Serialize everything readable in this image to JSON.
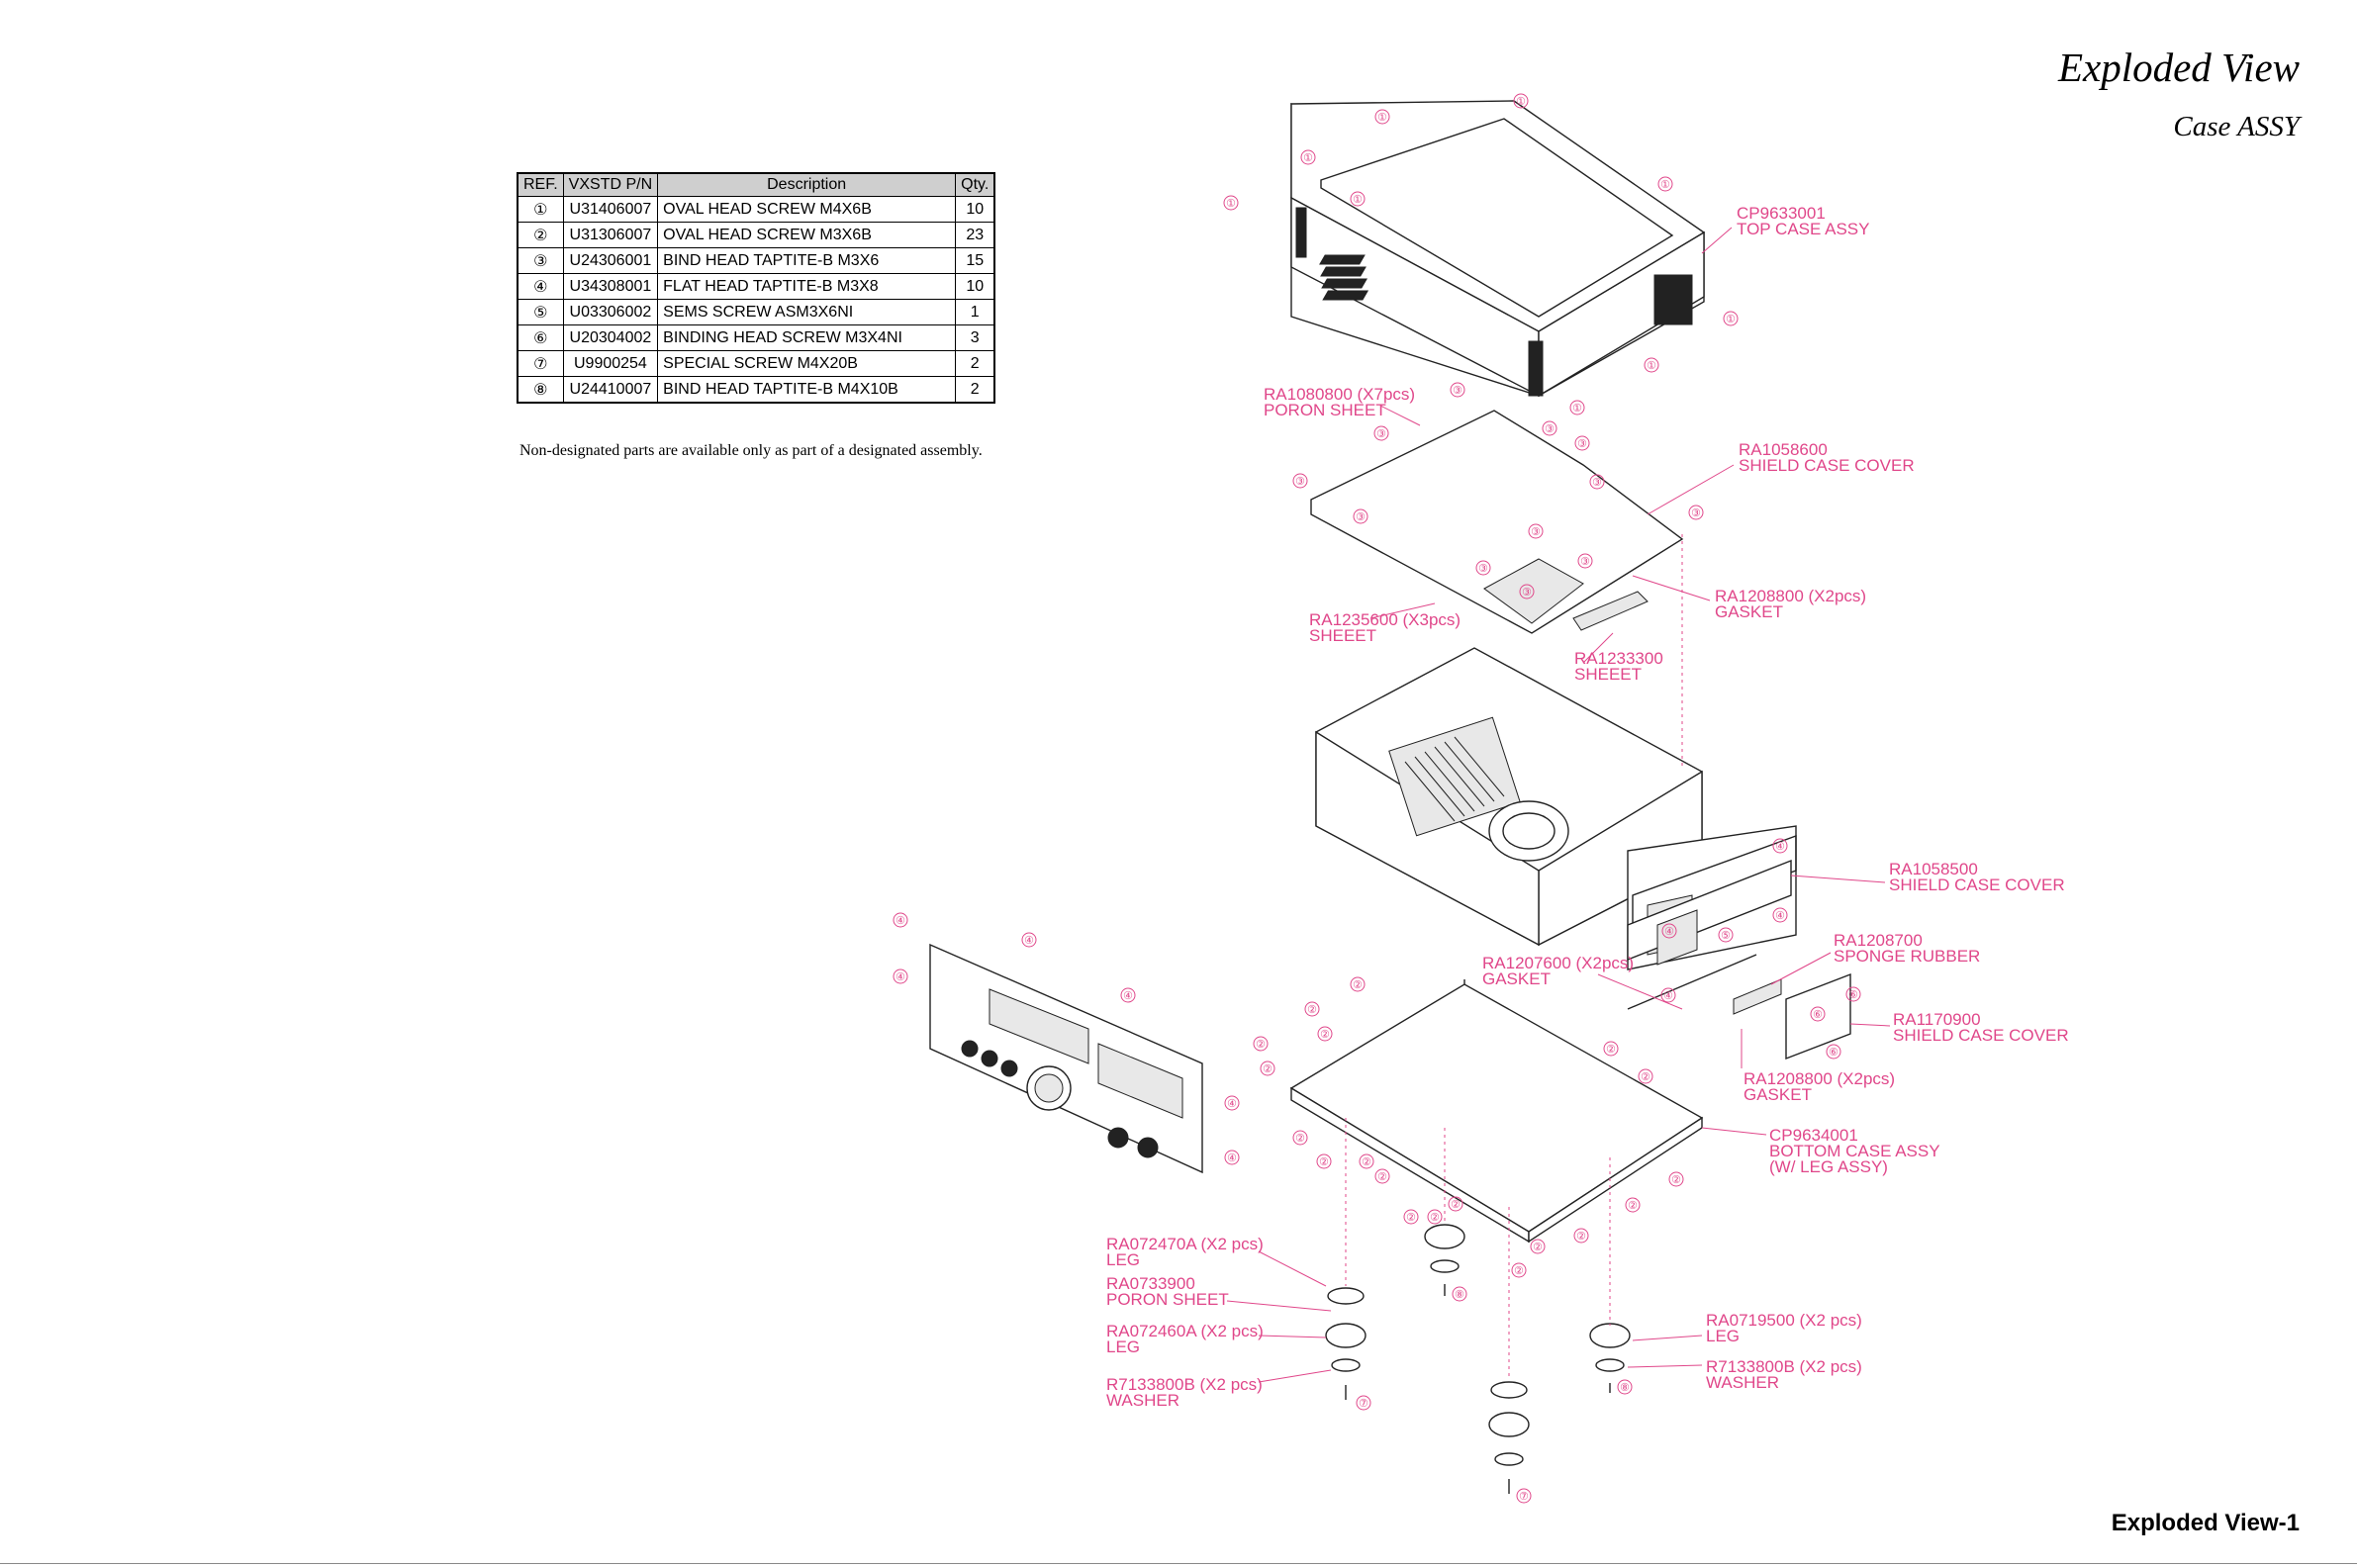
{
  "header": {
    "title": "Exploded View",
    "subtitle": "Case ASSY"
  },
  "parts_table": {
    "columns": [
      "REF.",
      "VXSTD P/N",
      "Description",
      "Qty."
    ],
    "rows": [
      [
        "①",
        "U31406007",
        "OVAL HEAD SCREW M4X6B",
        "10"
      ],
      [
        "②",
        "U31306007",
        "OVAL HEAD SCREW M3X6B",
        "23"
      ],
      [
        "③",
        "U24306001",
        "BIND HEAD TAPTITE-B M3X6",
        "15"
      ],
      [
        "④",
        "U34308001",
        "FLAT HEAD TAPTITE-B M3X8",
        "10"
      ],
      [
        "⑤",
        "U03306002",
        "SEMS SCREW ASM3X6NI",
        "1"
      ],
      [
        "⑥",
        "U20304002",
        "BINDING HEAD SCREW M3X4NI",
        "3"
      ],
      [
        "⑦",
        "U9900254",
        "SPECIAL SCREW M4X20B",
        "2"
      ],
      [
        "⑧",
        "U24410007",
        "BIND HEAD TAPTITE-B M4X10B",
        "2"
      ]
    ]
  },
  "note": "Non-designated parts are available only as part of a designated assembly.",
  "diagram": {
    "labels": [
      {
        "id": "top-case",
        "lines": [
          "CP9633001",
          "TOP CASE ASSY"
        ]
      },
      {
        "id": "poron-sheet-top",
        "lines": [
          "RA1080800 (X7pcs)",
          "PORON SHEET"
        ]
      },
      {
        "id": "shield-cover-top",
        "lines": [
          "RA1058600",
          "SHIELD CASE COVER"
        ]
      },
      {
        "id": "gasket-top",
        "lines": [
          "RA1208800 (X2pcs)",
          "GASKET"
        ]
      },
      {
        "id": "sheeet-3",
        "lines": [
          "RA1235600 (X3pcs)",
          "SHEEET"
        ]
      },
      {
        "id": "sheeet-1",
        "lines": [
          "RA1233300",
          "SHEEET"
        ]
      },
      {
        "id": "shield-cover-rear",
        "lines": [
          "RA1058500",
          "SHIELD CASE COVER"
        ]
      },
      {
        "id": "sponge-rubber",
        "lines": [
          "RA1208700",
          "SPONGE RUBBER"
        ]
      },
      {
        "id": "gasket-mid",
        "lines": [
          "RA1207600 (X2pcs)",
          "GASKET"
        ]
      },
      {
        "id": "shield-cover-small",
        "lines": [
          "RA1170900",
          "SHIELD CASE COVER"
        ]
      },
      {
        "id": "gasket-low",
        "lines": [
          "RA1208800 (X2pcs)",
          "GASKET"
        ]
      },
      {
        "id": "bottom-case",
        "lines": [
          "CP9634001",
          "BOTTOM CASE ASSY",
          "(W/ LEG ASSY)"
        ]
      },
      {
        "id": "leg-a",
        "lines": [
          "RA072470A (X2 pcs)",
          "LEG"
        ]
      },
      {
        "id": "poron-sheet-leg",
        "lines": [
          "RA0733900",
          "PORON SHEET"
        ]
      },
      {
        "id": "leg-b",
        "lines": [
          "RA072460A (X2 pcs)",
          "LEG"
        ]
      },
      {
        "id": "washer-a",
        "lines": [
          "R7133800B (X2 pcs)",
          "WASHER"
        ]
      },
      {
        "id": "leg-c",
        "lines": [
          "RA0719500 (X2 pcs)",
          "LEG"
        ]
      },
      {
        "id": "washer-b",
        "lines": [
          "R7133800B (X2 pcs)",
          "WASHER"
        ]
      }
    ],
    "callout_glyphs": [
      "①",
      "②",
      "③",
      "④",
      "⑤",
      "⑥",
      "⑦",
      "⑧"
    ]
  },
  "footer": {
    "page_label": "Exploded View-1"
  }
}
